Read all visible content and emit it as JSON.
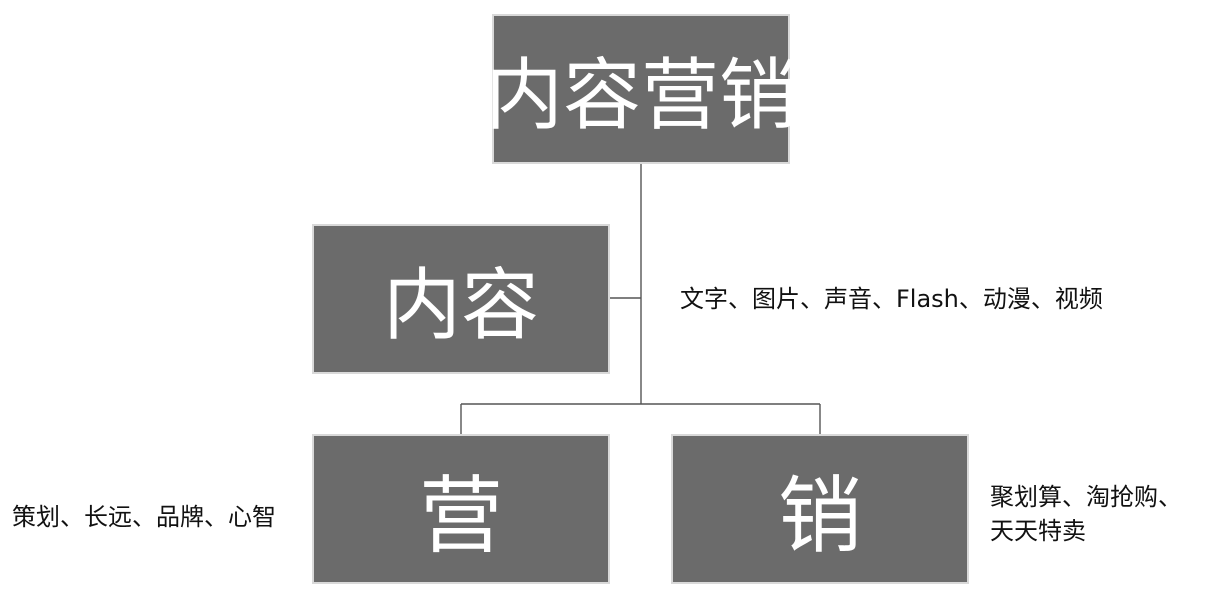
{
  "root": {
    "label": "内容营销"
  },
  "branches": [
    {
      "label": "内容",
      "note": "文字、图片、声音、Flash、动漫、视频"
    },
    {
      "label": "营",
      "note": "策划、长远、品牌、心智"
    },
    {
      "label": "销",
      "note": "聚划算、淘抢购、\n天天特卖"
    }
  ],
  "colors": {
    "box_fill": "#6b6b6b",
    "box_text": "#ffffff",
    "connector": "#555555",
    "note_text": "#111111"
  }
}
